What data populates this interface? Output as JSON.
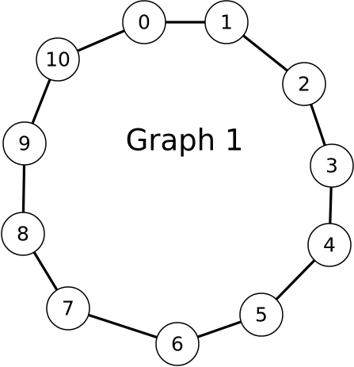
{
  "title": "Graph 1",
  "nodes": [
    {
      "id": "0",
      "label": "0"
    },
    {
      "id": "1",
      "label": "1"
    },
    {
      "id": "2",
      "label": "2"
    },
    {
      "id": "3",
      "label": "3"
    },
    {
      "id": "4",
      "label": "4"
    },
    {
      "id": "5",
      "label": "5"
    },
    {
      "id": "6",
      "label": "6"
    },
    {
      "id": "7",
      "label": "7"
    },
    {
      "id": "8",
      "label": "8"
    },
    {
      "id": "9",
      "label": "9"
    },
    {
      "id": "10",
      "label": "10"
    }
  ],
  "edges": [
    {
      "source": "0",
      "target": "1"
    },
    {
      "source": "1",
      "target": "2"
    },
    {
      "source": "2",
      "target": "3"
    },
    {
      "source": "3",
      "target": "4"
    },
    {
      "source": "4",
      "target": "5"
    },
    {
      "source": "5",
      "target": "6"
    },
    {
      "source": "6",
      "target": "7"
    },
    {
      "source": "7",
      "target": "8"
    },
    {
      "source": "8",
      "target": "9"
    },
    {
      "source": "9",
      "target": "10"
    },
    {
      "source": "10",
      "target": "0"
    }
  ],
  "colors": {
    "node_fill": "#ffffff",
    "stroke": "#000000",
    "background": "#ffffff"
  }
}
